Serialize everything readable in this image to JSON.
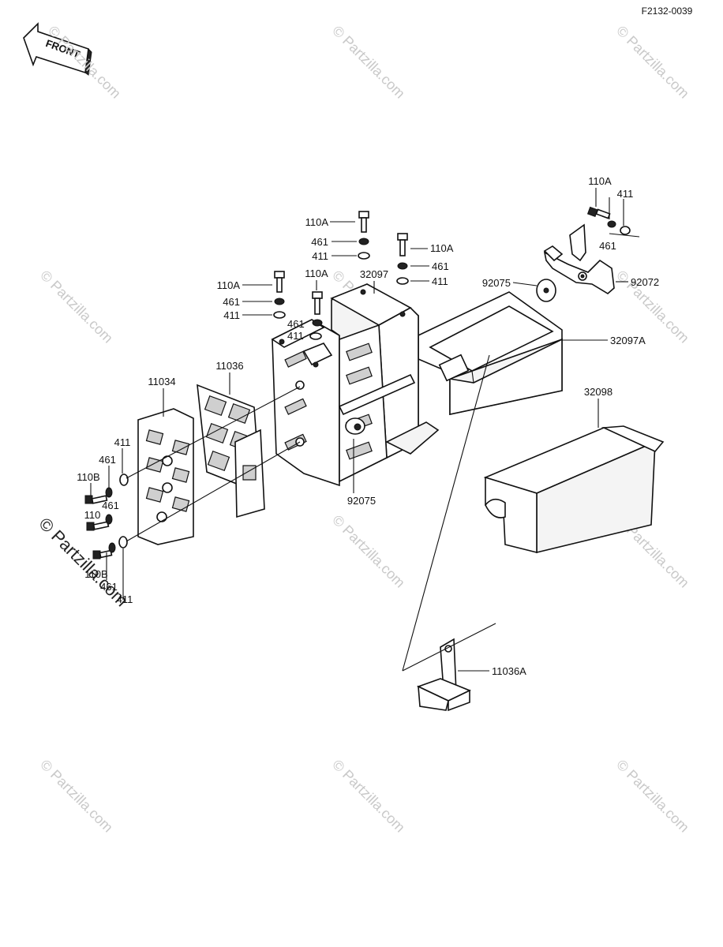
{
  "header": {
    "figure_id": "F2132-0039",
    "direction": "FRONT"
  },
  "watermark": {
    "text": "© Partzilla.com"
  },
  "callouts": {
    "top_110a_a": "110A",
    "top_461_a": "461",
    "top_411_a": "411",
    "top_110a_b": "110A",
    "top_461_b": "461",
    "top_411_b": "411",
    "left_110a": "110A",
    "left_461": "461",
    "left_411": "411",
    "mid_110a": "110A",
    "mid_461": "461",
    "mid_411": "411",
    "frame": "32097",
    "right_110a": "110A",
    "right_411": "411",
    "right_461": "461",
    "washer_right": "92075",
    "bracket_right": "92072",
    "tray": "32097A",
    "lid": "32098",
    "holder": "11036",
    "cover": "11034",
    "washer_low": "92075",
    "side_411": "411",
    "side_461": "461",
    "side_110b": "110B",
    "side_110": "110",
    "side_461b": "461",
    "bot_110b": "110B",
    "bot_461": "461",
    "bot_411": "411",
    "clip": "11036A"
  }
}
